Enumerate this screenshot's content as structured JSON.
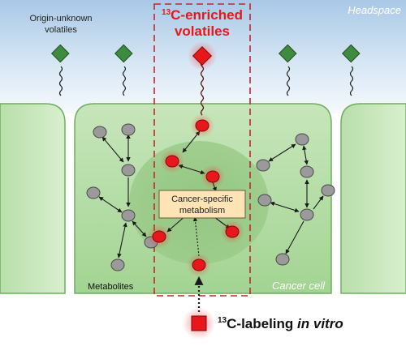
{
  "diagram": {
    "headspace_label": "Headspace",
    "origin_label_line1": "Origin-unknown",
    "origin_label_line2": "volatiles",
    "enriched_label_sup": "13",
    "enriched_label_line1": "C-enriched",
    "enriched_label_line2": "volatiles",
    "cancer_specific_line1": "Cancer-specific",
    "cancer_specific_line2": "metabolism",
    "metabolites_label": "Metabolites",
    "cancer_cell_label": "Cancer cell",
    "labeling_sup": "13",
    "labeling_text": "C-labeling ",
    "labeling_italic": "in vitro",
    "icons": [
      "unknown-volatile-diamond-icon",
      "labeled-volatile-diamond-icon",
      "metabolite-node-icon",
      "labeled-metabolite-node-icon",
      "wavy-emission-icon",
      "labeling-source-square-icon"
    ],
    "colors": {
      "headspace_top": "#a9c8e6",
      "cell_green": "#a9d59a",
      "cell_edge": "#6fae5e",
      "unknown_diamond": "#3e8a3e",
      "labeled_red": "#e8171c",
      "metabolite_gray": "#9a9a9a",
      "spec_box": "#fde3b5",
      "dashed_frame": "#c0282d"
    }
  }
}
